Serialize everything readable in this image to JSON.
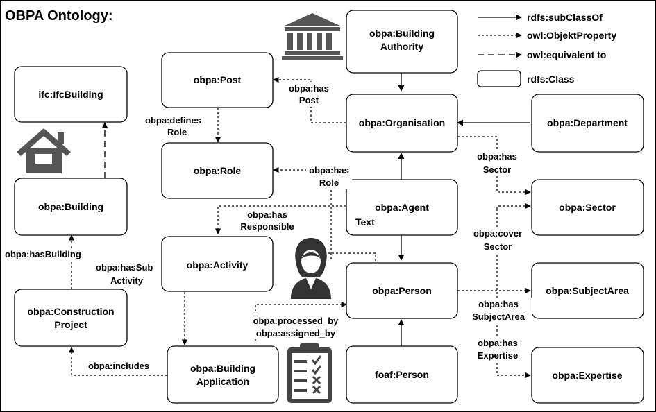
{
  "title": "OBPA Ontology:",
  "legend": {
    "subclass": "rdfs:subClassOf",
    "object_property": "owl:ObjektProperty",
    "equivalent": "owl:equivalent to",
    "class": "rdfs:Class"
  },
  "nodes": {
    "ifc_building": [
      "ifc:IfcBuilding"
    ],
    "building": [
      "obpa:Building"
    ],
    "construction_project": [
      "obpa:Construction",
      "Project"
    ],
    "post": [
      "obpa:Post"
    ],
    "role": [
      "obpa:Role"
    ],
    "activity": [
      "obpa:Activity"
    ],
    "building_application": [
      "obpa:Building",
      "Application"
    ],
    "building_authority": [
      "obpa:Building",
      "Authority"
    ],
    "organisation": [
      "obpa:Organisation"
    ],
    "agent": [
      "obpa:Agent"
    ],
    "agent_text": "Text",
    "person": [
      "obpa:Person"
    ],
    "foaf_person": [
      "foaf:Person"
    ],
    "department": [
      "obpa:Department"
    ],
    "sector": [
      "obpa:Sector"
    ],
    "subject_area": [
      "obpa:SubjectArea"
    ],
    "expertise": [
      "obpa:Expertise"
    ]
  },
  "edges": {
    "has_post": [
      "obpa:has",
      "Post"
    ],
    "defines_role": [
      "obpa:defines",
      "Role"
    ],
    "has_role": [
      "obpa:has",
      "Role"
    ],
    "has_responsible": [
      "obpa:has",
      "Responsible"
    ],
    "has_sub_activity": [
      "obpa:hasSub",
      "Activity"
    ],
    "has_building": [
      "obpa:hasBuilding"
    ],
    "processed_by": [
      "obpa:processed_by",
      "obpa:assigned_by"
    ],
    "includes": [
      "obpa:includes"
    ],
    "has_sector": [
      "obpa:has",
      "Sector"
    ],
    "cover_sector": [
      "obpa:cover",
      "Sector"
    ],
    "has_subject_area": [
      "obpa:has",
      "SubjectArea"
    ],
    "has_expertise": [
      "obpa:has",
      "Expertise"
    ]
  },
  "icons": {
    "authority": "government-building-icon",
    "house": "house-icon",
    "person": "businesswoman-icon",
    "clipboard": "checklist-clipboard-icon"
  }
}
